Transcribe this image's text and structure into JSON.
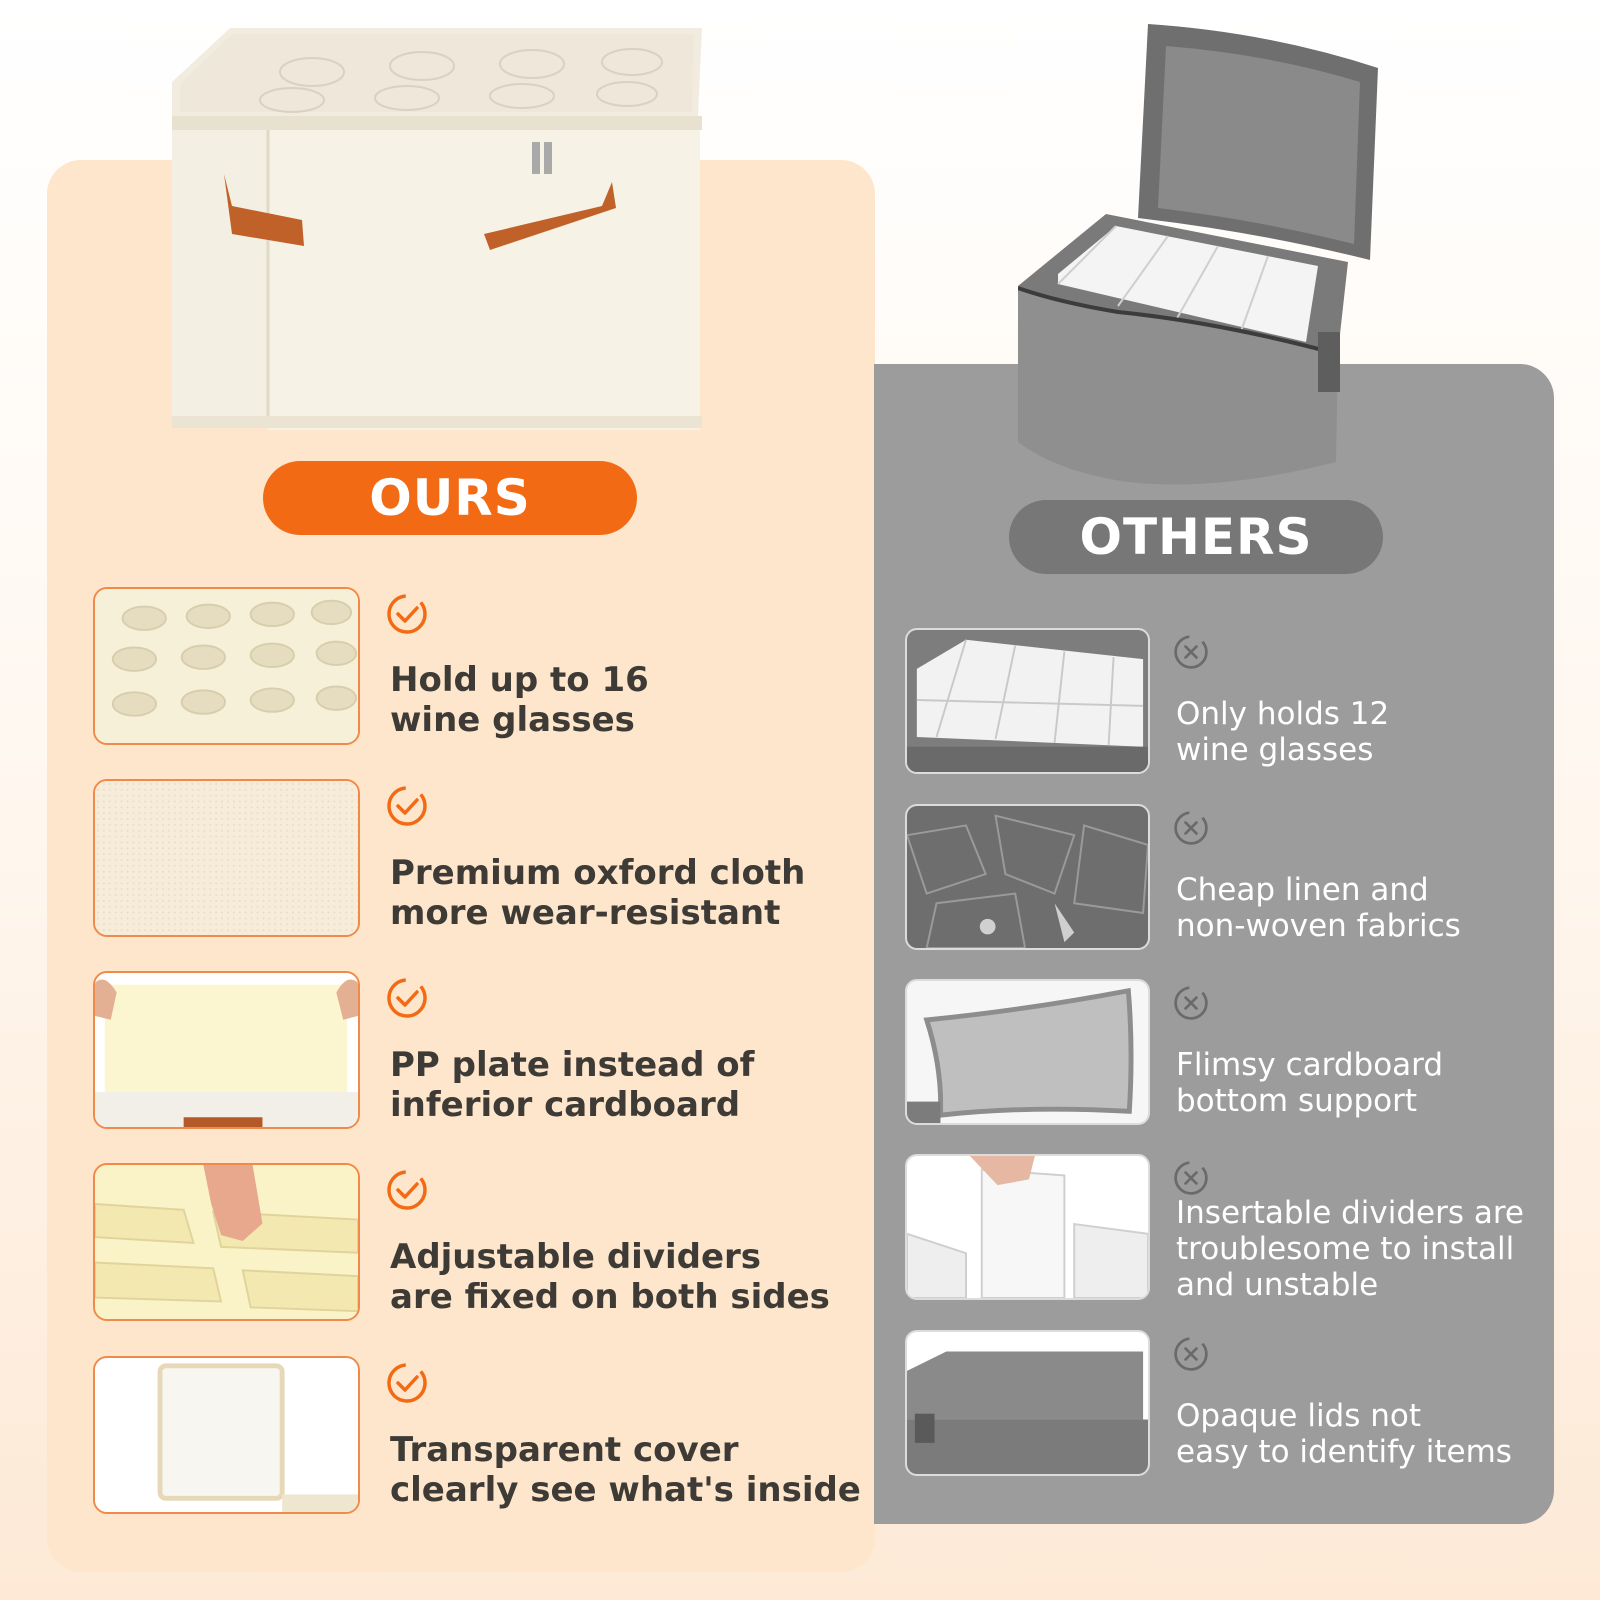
{
  "colors": {
    "ours_panel": "#fde6cc",
    "ours_accent": "#f26a14",
    "others_panel": "#9c9c9c",
    "others_pill": "#777777"
  },
  "ours": {
    "label": "OURS",
    "features": [
      {
        "text": "Hold up to 16\nwine glasses",
        "icon": "check-circle-icon"
      },
      {
        "text": "Premium oxford cloth\nmore wear-resistant",
        "icon": "check-circle-icon"
      },
      {
        "text": "PP plate instead of\ninferior cardboard",
        "icon": "check-circle-icon"
      },
      {
        "text": "Adjustable dividers\nare fixed on both sides",
        "icon": "check-circle-icon"
      },
      {
        "text": "Transparent cover\nclearly see what's inside",
        "icon": "check-circle-icon"
      }
    ]
  },
  "others": {
    "label": "OTHERS",
    "features": [
      {
        "text": "Only holds 12\nwine glasses",
        "icon": "x-circle-icon"
      },
      {
        "text": "Cheap linen and\nnon-woven fabrics",
        "icon": "x-circle-icon"
      },
      {
        "text": "Flimsy cardboard\nbottom support",
        "icon": "x-circle-icon"
      },
      {
        "text": "Insertable dividers are\ntroublesome to install\nand unstable",
        "icon": "x-circle-icon"
      },
      {
        "text": "Opaque lids not\neasy to identify items",
        "icon": "x-circle-icon"
      }
    ]
  }
}
